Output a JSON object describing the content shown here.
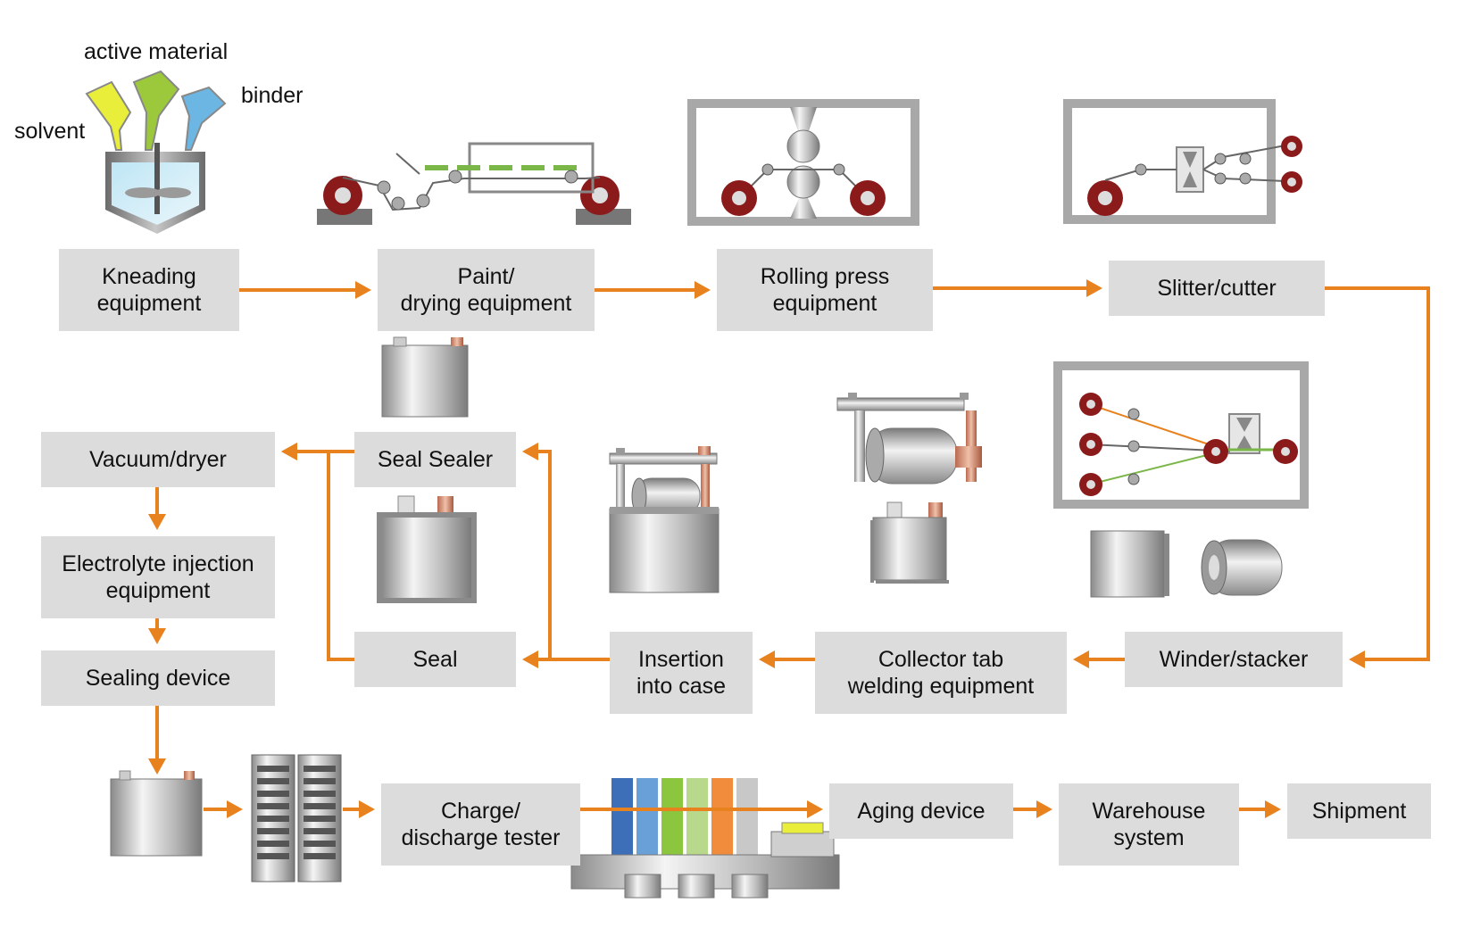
{
  "diagram": {
    "ingredients": {
      "solvent": "solvent",
      "active_material": "active material",
      "binder": "binder"
    },
    "steps": {
      "kneading": "Kneading\nequipment",
      "paint_drying": "Paint/\ndrying equipment",
      "rolling_press": "Rolling press\nequipment",
      "slitter": "Slitter/cutter",
      "winder": "Winder/stacker",
      "collector_tab": "Collector tab\nwelding equipment",
      "insertion": "Insertion\ninto case",
      "seal": "Seal",
      "seal_sealer": "Seal Sealer",
      "vacuum": "Vacuum/dryer",
      "electrolyte": "Electrolyte injection\nequipment",
      "sealing": "Sealing device",
      "charge": "Charge/\ndischarge tester",
      "aging": "Aging device",
      "warehouse": "Warehouse\nsystem",
      "shipment": "Shipment"
    },
    "colors": {
      "arrow": "#e8821e",
      "box": "#dcdcdc",
      "roller": "#8b1a1a",
      "coating": "#7ab648",
      "solvent": "#e8ee3a",
      "active_material": "#9cc83c",
      "binder": "#6cb6e4",
      "frame": "#a8a8a8"
    }
  }
}
